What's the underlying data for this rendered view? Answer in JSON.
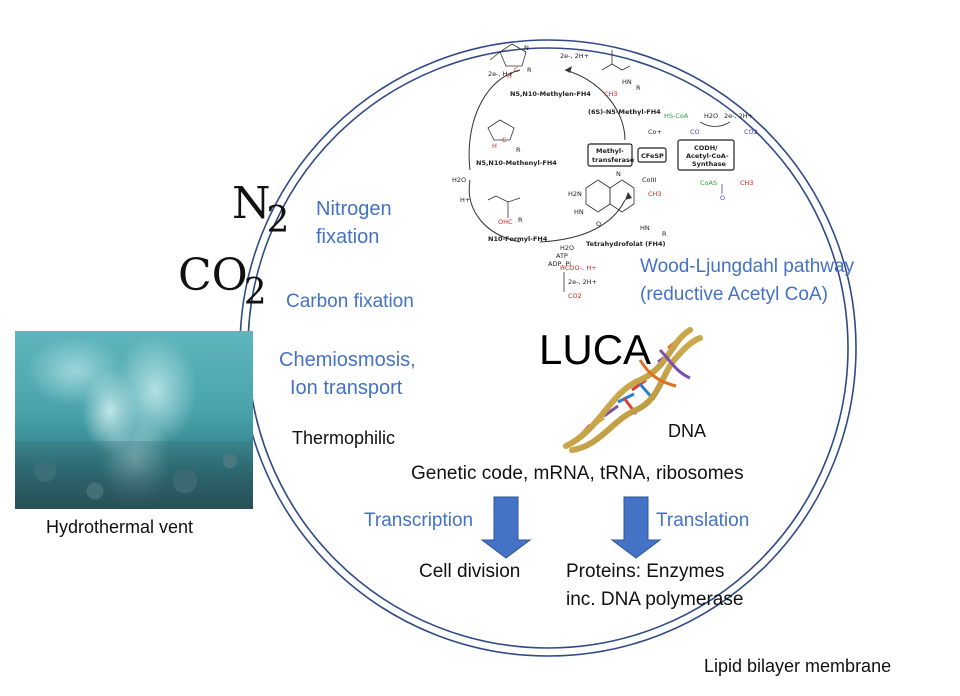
{
  "formulas": {
    "nitrogen": {
      "base": "N",
      "sub": "2"
    },
    "carbon": {
      "base": "CO",
      "sub": "2"
    }
  },
  "labels": {
    "nitrogen_fixation_line1": "Nitrogen",
    "nitrogen_fixation_line2": "fixation",
    "carbon_fixation": "Carbon fixation",
    "chemiosmosis_line1": "Chemiosmosis,",
    "chemiosmosis_line2": "Ion transport",
    "thermophilic": "Thermophilic",
    "wood_line1": "Wood-Ljungdahl pathway",
    "wood_line2": "(reductive Acetyl CoA)",
    "luca": "LUCA",
    "dna": "DNA",
    "genetic_code": "Genetic code, mRNA, tRNA, ribosomes",
    "transcription": "Transcription",
    "translation": "Translation",
    "cell_division": "Cell division",
    "proteins_line1": "Proteins: Enzymes",
    "proteins_line2": "inc. DNA polymerase",
    "hydrothermal_vent": "Hydrothermal vent",
    "lipid_bilayer": "Lipid bilayer membrane"
  },
  "pathway": {
    "methylen": "N5,N10-Methylen-FH4",
    "methyl": "(6S)-N5-Methyl-FH4",
    "methenyl": "N5,N10-Methenyl-FH4",
    "formyl": "N10-Formyl-FH4",
    "thf": "Tetrahydrofolat (FH4)",
    "methyltransferase_line1": "Methyl-",
    "methyltransferase_line2": "transferase",
    "cfesp": "CFeSP",
    "codh_line1": "CODH/",
    "codh_line2": "Acetyl-CoA-",
    "codh_line3": "Synthase",
    "hs_coa": "HS-CoA",
    "co": "CO",
    "co2": "CO2",
    "h2o": "H2O",
    "two_e_2h": "2e-, 2H+",
    "two_e_h": "2e-, H+",
    "co_plus": "Co+",
    "co_iii": "CoIII",
    "ch3": "CH3",
    "goas": "CoAS",
    "hcoo": "HCOO-, H+",
    "atp": "ATP",
    "adp": "ADP, Pi",
    "h_plus": "H+",
    "cho": "OHC",
    "n": "N",
    "nh": "NH",
    "hn": "HN",
    "h2n": "H2N",
    "r": "R",
    "o": "O",
    "h": "H",
    "c": "C"
  },
  "colors": {
    "membrane": "#2f4a87",
    "label_blue": "#4472c4",
    "arrow_blue": "#4472c4",
    "arrow_dark": "#2f5597",
    "red": "#e02020",
    "green": "#2fa040",
    "violet": "#4040d0"
  }
}
